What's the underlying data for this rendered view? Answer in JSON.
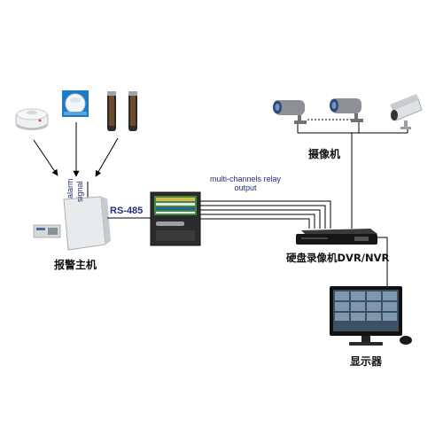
{
  "labels": {
    "alarm_host": "报警主机",
    "camera": "摄像机",
    "dvr": "硬盘录像机DVR/NVR",
    "monitor": "显示器",
    "rs485": "RS-485",
    "relay_line1": "multi-channels relay",
    "relay_line2": "output",
    "alarm_word": "alarm",
    "signal_word": "signal"
  },
  "icons": {
    "smoke_detector": "smoke-detector-icon",
    "pir_sensor": "motion-sensor-icon",
    "beam_detector": "infrared-beam-icon",
    "alarm_panel": "alarm-panel-icon",
    "relay_board": "relay-board-icon",
    "camera": "cctv-camera-icon",
    "dvr": "dvr-recorder-icon",
    "monitor": "monitor-icon",
    "mouse": "mouse-icon"
  },
  "colors": {
    "line": "#000000",
    "panel": "#e9ecef",
    "relay_green": "#3b8a3e",
    "text_blue": "#1f2f7a"
  }
}
